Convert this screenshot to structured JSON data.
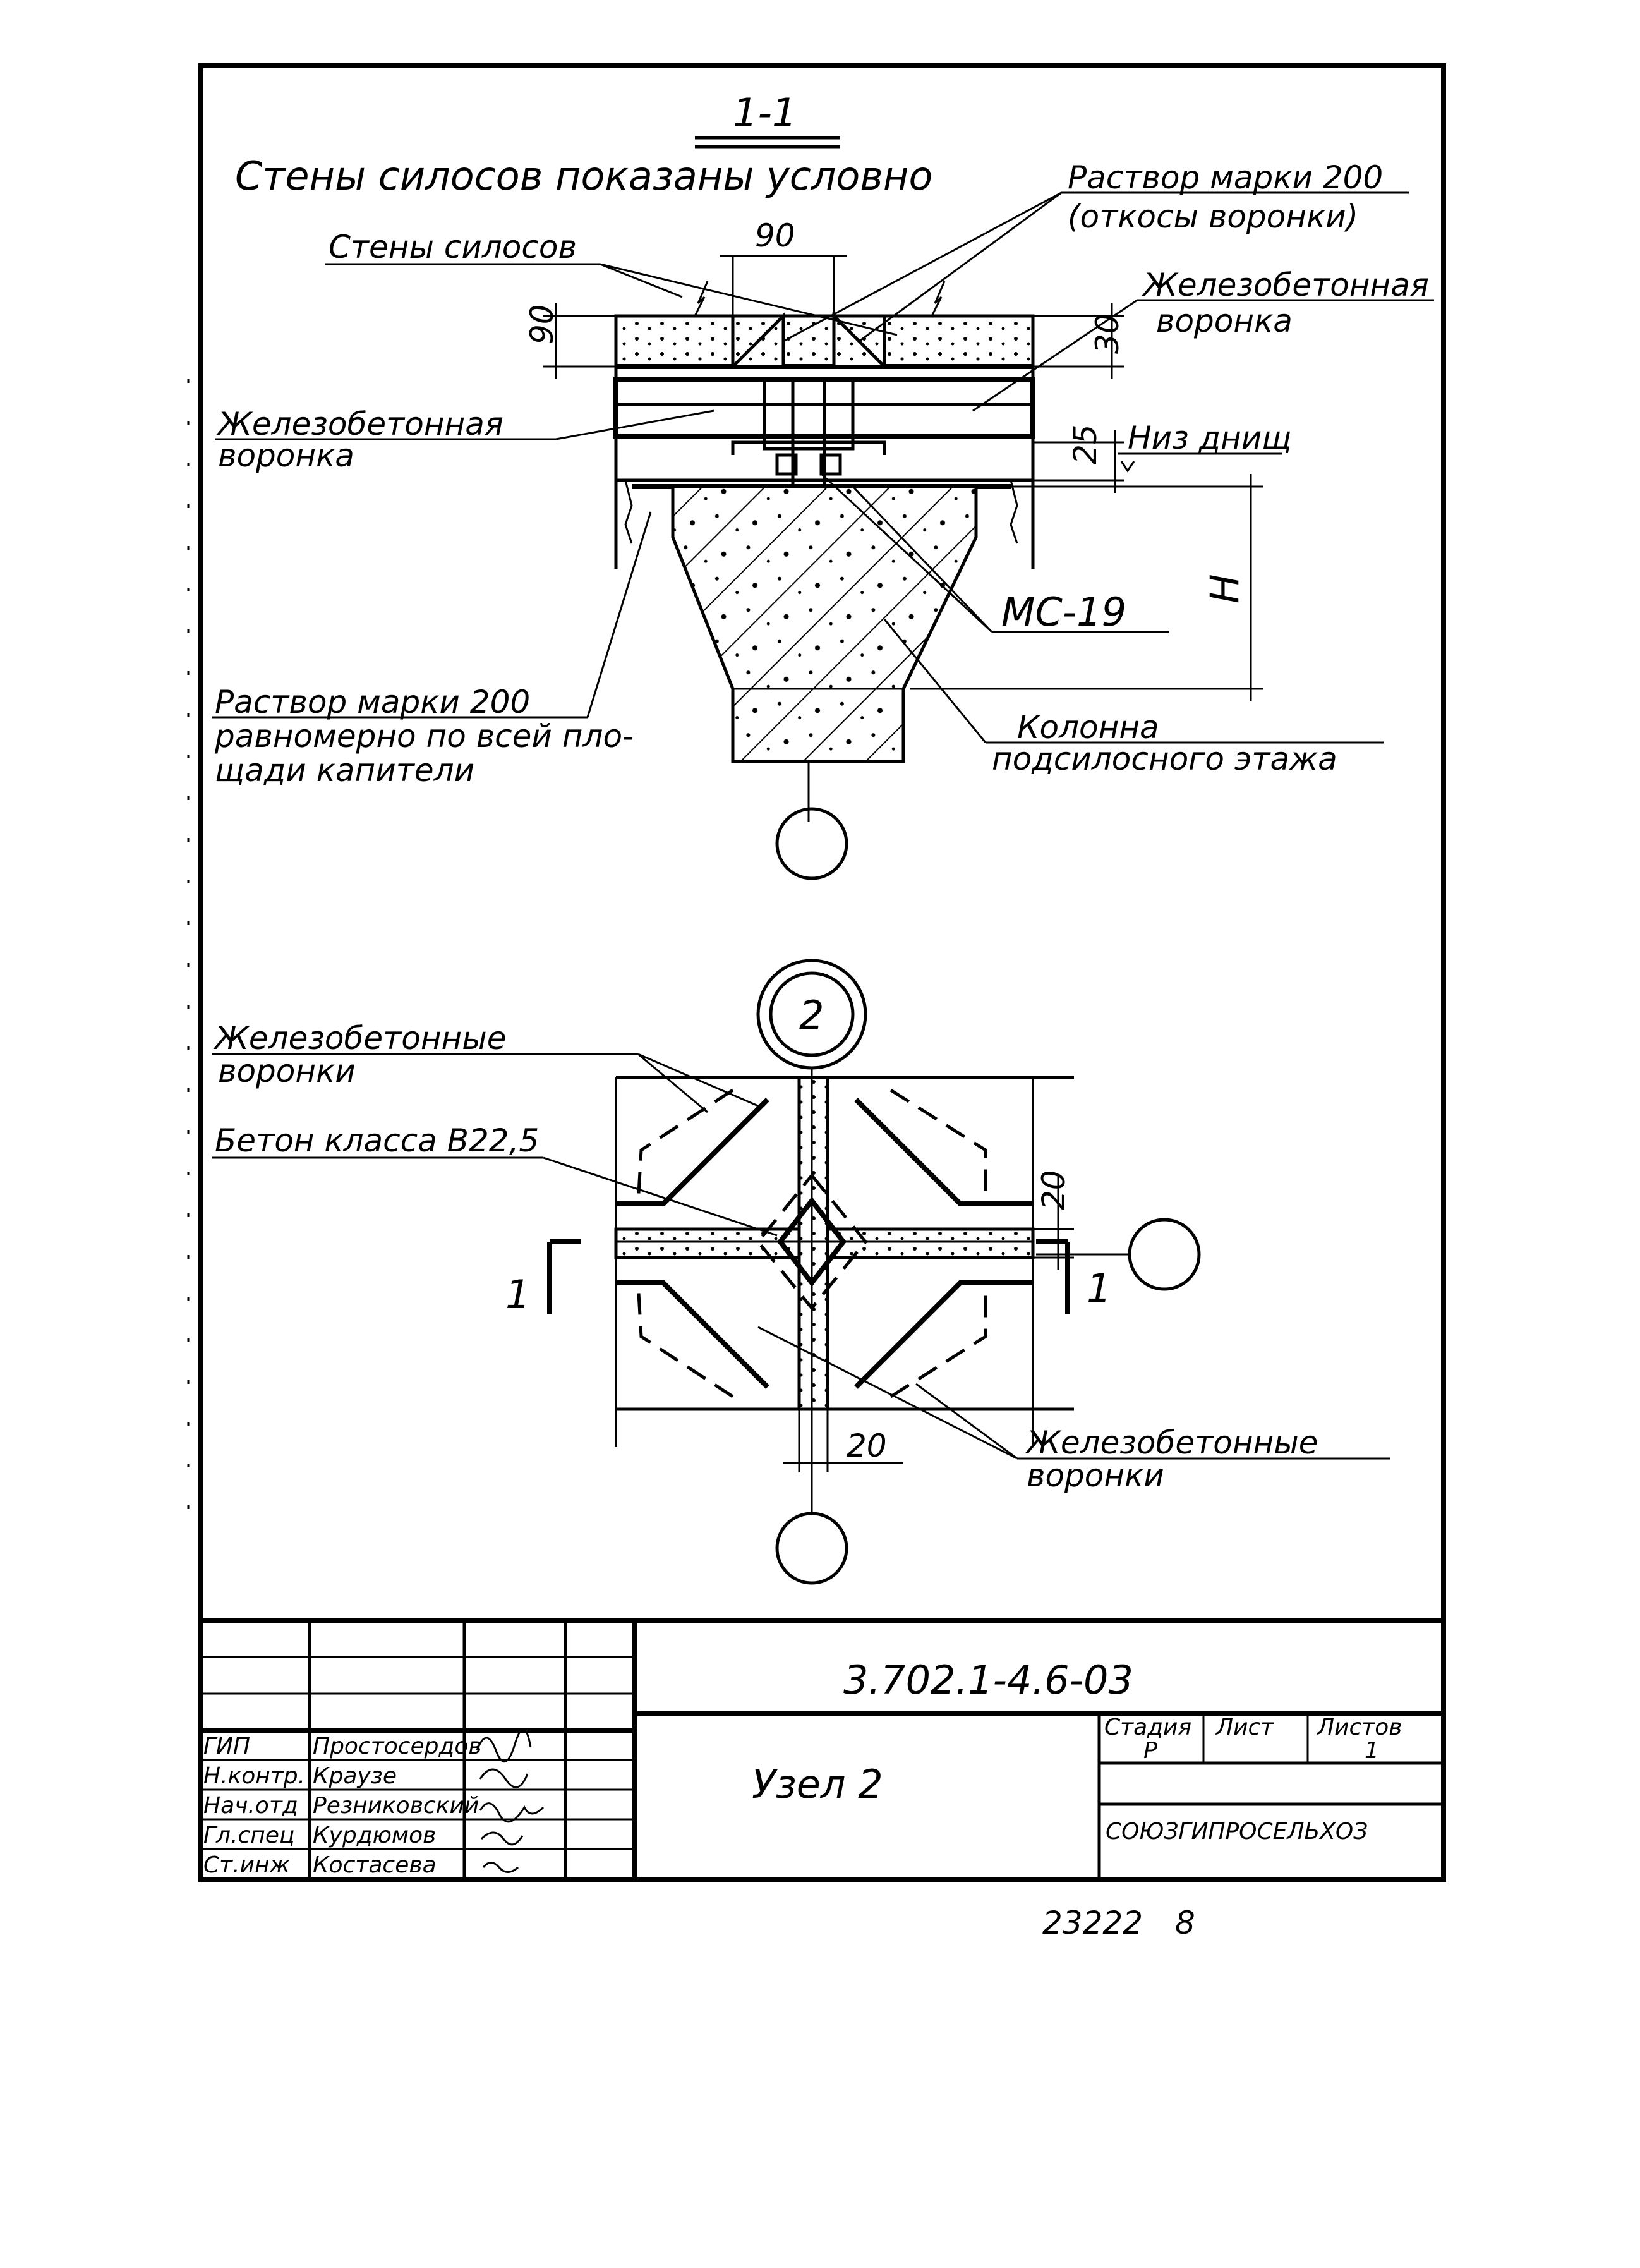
{
  "section": {
    "title": "1-1",
    "subtitle": "Стены силосов показаны условно",
    "labels": {
      "silo_walls": "Стены силосов",
      "mortar_top_1": "Раствор марки 200",
      "mortar_top_2": "(откосы воронки)",
      "rc_funnel_right_1": "Железобетонная",
      "rc_funnel_right_2": "воронка",
      "rc_funnel_left_1": "Железобетонная",
      "rc_funnel_left_2": "воронка",
      "bottom_level": "Низ днищ",
      "embedded_part": "МС-19",
      "mortar_bottom_1": "Раствор марки 200",
      "mortar_bottom_2": "равномерно по всей пло-",
      "mortar_bottom_3": "щади капители",
      "column_1": "Колонна",
      "column_2": "подсилосного этажа"
    },
    "dimensions": {
      "d90_top": "90",
      "d90_side": "90",
      "d30": "30",
      "d25": "25",
      "dH": "H"
    }
  },
  "node": {
    "marker": "2",
    "labels": {
      "rc_funnels_top_1": "Железобетонные",
      "rc_funnels_top_2": "воронки",
      "concrete_class": "Бетон класса В22,5",
      "rc_funnels_bottom_1": "Железобетонные",
      "rc_funnels_bottom_2": "воронки"
    },
    "dimensions": {
      "d20_right": "20",
      "d20_bottom": "20"
    },
    "cut_marks": {
      "left": "1",
      "right": "1"
    }
  },
  "title_block": {
    "doc_code": "3.702.1-4.6-03",
    "sheet_title": "Узел 2",
    "stage_header": "Стадия",
    "sheet_header": "Лист",
    "sheets_header": "Листов",
    "stage_value": "Р",
    "sheets_value": "1",
    "organization": "СОЮЗГИПРОСЕЛЬХОЗ",
    "roles": [
      "ГИП",
      "Н.контр.",
      "Нач.отд",
      "Гл.спец",
      "Ст.инж"
    ],
    "names": [
      "Простосердов",
      "Краузе",
      "Резниковский",
      "Курдюмов",
      "Костасева"
    ]
  },
  "footer": {
    "archive_number": "23222",
    "page_mark": "8"
  }
}
